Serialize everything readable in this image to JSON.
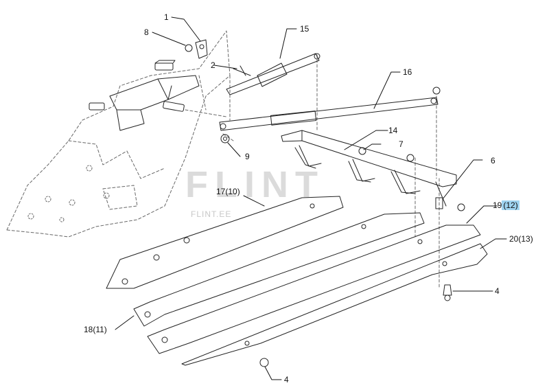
{
  "diagram": {
    "watermark": {
      "big": "FLINT",
      "small": "FLINT.EE"
    },
    "parts": [
      {
        "id": "p1",
        "text": "1"
      },
      {
        "id": "p2",
        "text": "2"
      },
      {
        "id": "p4a",
        "text": "4"
      },
      {
        "id": "p4b",
        "text": "4"
      },
      {
        "id": "p6",
        "text": "6"
      },
      {
        "id": "p7",
        "text": "7"
      },
      {
        "id": "p8",
        "text": "8"
      },
      {
        "id": "p9",
        "text": "9"
      },
      {
        "id": "p14",
        "text": "14"
      },
      {
        "id": "p15",
        "text": "15"
      },
      {
        "id": "p16",
        "text": "16"
      },
      {
        "id": "p17",
        "text": "17(10)"
      },
      {
        "id": "p18",
        "text": "18(11)"
      },
      {
        "id": "p19",
        "text": "19",
        "highlight": "(12)"
      },
      {
        "id": "p20",
        "text": "20(13)"
      }
    ],
    "highlight_color": "#9fd3ef"
  }
}
